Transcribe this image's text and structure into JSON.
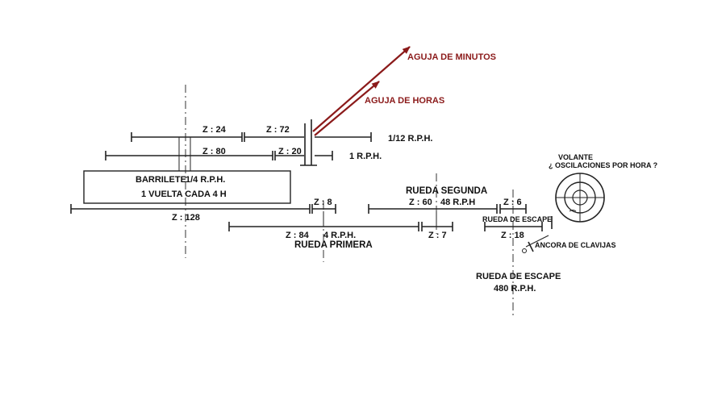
{
  "hands": {
    "minutes_label": "AGUJA DE MINUTOS",
    "hours_label": "AGUJA DE HORAS",
    "hand_color": "#8b1a1a"
  },
  "gears": {
    "z24": "Z : 24",
    "z72": "Z : 72",
    "z80": "Z : 80",
    "z20": "Z : 20",
    "z128": "Z : 128",
    "z8": "Z : 8",
    "z84": "Z : 84",
    "z60": "Z : 60",
    "z7": "Z : 7",
    "z6": "Z : 6",
    "z18": "Z : 18"
  },
  "speeds": {
    "rph_1_12": "1/12  R.P.H.",
    "rph_1": "1  R.P.H.",
    "rph_4": "4  R.P.H.",
    "rph_48": "48  R.P.H"
  },
  "barrel": {
    "name": "BARRILETE",
    "speed": "1/4  R.P.H.",
    "turn": "1 VUELTA CADA 4 H"
  },
  "wheels": {
    "first": "RUEDA PRIMERA",
    "second": "RUEDA SEGUNDA",
    "escape_small": "RUEDA DE ESCAPE",
    "escape": "RUEDA DE ESCAPE",
    "escape_speed": "480  R.P.H."
  },
  "balance": {
    "name": "VOLANTE",
    "question": "¿ OSCILACIONES POR HORA  ?",
    "anchor": "ANCORA DE CLAVIJAS"
  }
}
